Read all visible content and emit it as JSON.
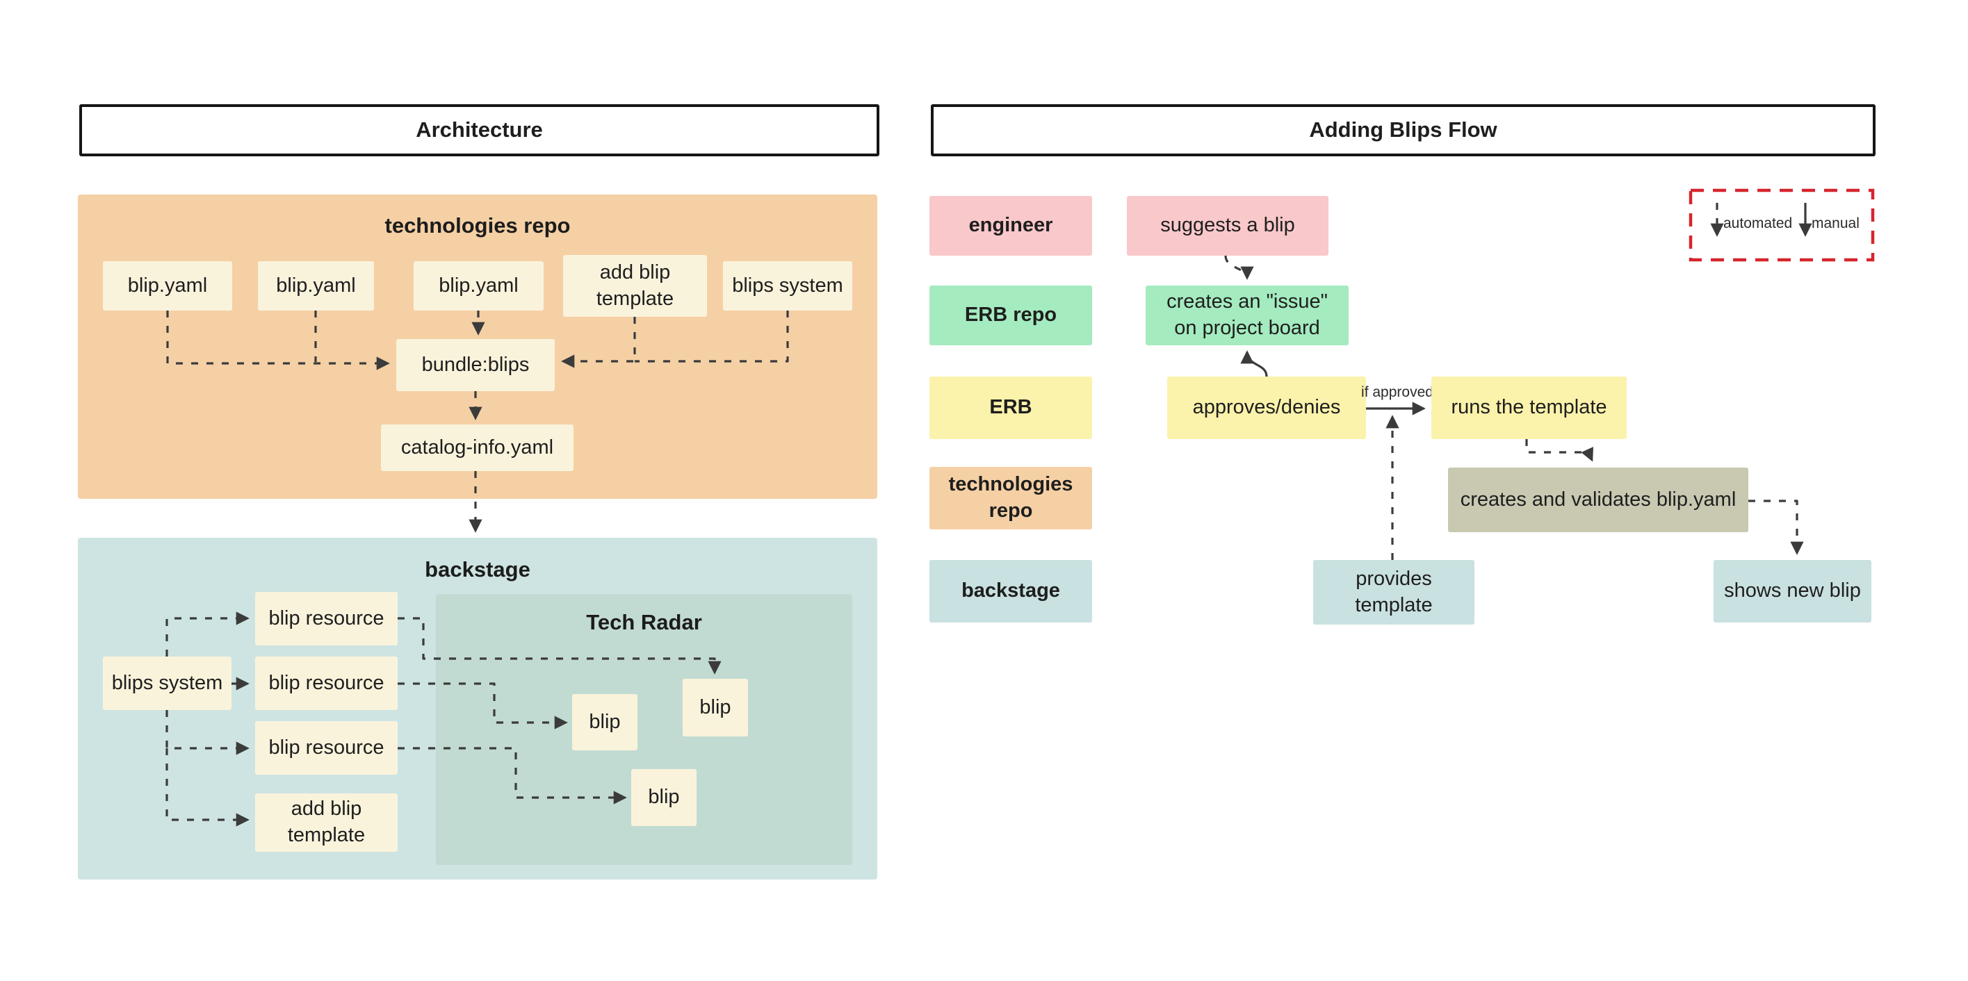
{
  "architecture": {
    "title": "Architecture",
    "technologies_repo": {
      "label": "technologies repo",
      "files": [
        "blip.yaml",
        "blip.yaml",
        "blip.yaml",
        "add blip template",
        "blips system"
      ],
      "bundle": "bundle:blips",
      "catalog": "catalog-info.yaml"
    },
    "backstage": {
      "label": "backstage",
      "blips_system": "blips system",
      "resources": [
        "blip resource",
        "blip resource",
        "blip resource",
        "add blip template"
      ],
      "tech_radar": {
        "label": "Tech Radar",
        "blips": [
          "blip",
          "blip",
          "blip"
        ]
      }
    }
  },
  "flow": {
    "title": "Adding Blips Flow",
    "lanes": [
      "engineer",
      "ERB repo",
      "ERB",
      "technologies repo",
      "backstage"
    ],
    "steps": {
      "suggests": "suggests a blip",
      "creates_issue": "creates an \"issue\" on project board",
      "approves": "approves/denies",
      "if_approved": "if approved",
      "runs_template": "runs the template",
      "creates_validates": "creates and validates blip.yaml",
      "provides_template": "provides template",
      "shows_new_blip": "shows new blip"
    },
    "legend": {
      "automated": "automated",
      "manual": "manual"
    }
  },
  "colors": {
    "technologies_container": "#f5d0a5",
    "node_cream": "#faf3dc",
    "backstage_container": "#cde4e2",
    "radar_panel": "#c2dbd2",
    "radar_stroke": "#17853f",
    "lane_engineer": "#f9c8ca",
    "lane_erb_repo": "#a4ebbf",
    "lane_erb": "#fbf2ab",
    "lane_technologies_repo": "#f5d0a5",
    "lane_backstage": "#c9e1e0",
    "step_validates": "#c9c9b2",
    "legend_border": "#d6252c",
    "connector": "#3b3b3b"
  }
}
